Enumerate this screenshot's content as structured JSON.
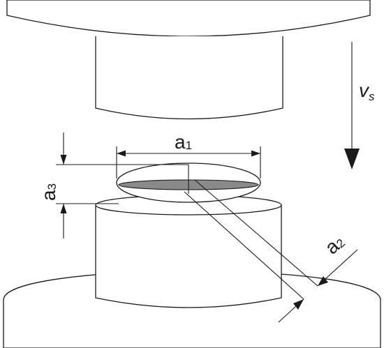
{
  "labels": {
    "a1": {
      "main": "a",
      "sub": "1"
    },
    "a2": {
      "main": "a",
      "sub": "2"
    },
    "a3": {
      "main": "a",
      "sub": "3"
    },
    "vs": {
      "main": "v",
      "sub": "s"
    }
  },
  "colors": {
    "line": "#1a1a1a",
    "contact_fill": "#8a8a8a",
    "background": "#ffffff"
  }
}
